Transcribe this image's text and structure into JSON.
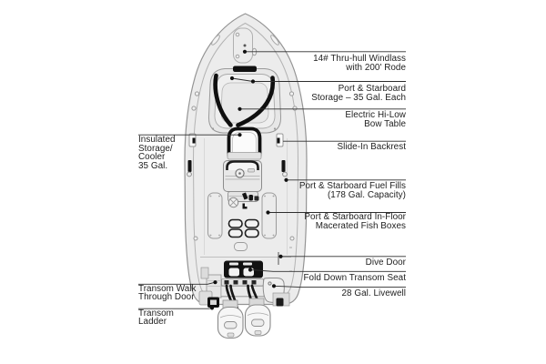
{
  "figure": {
    "kind": "center-console boat deck plan, top view, with feature callouts"
  },
  "colors": {
    "background": "#ffffff",
    "hull_fill": "#ececec",
    "hull_outline": "#949494",
    "accent_black": "#141414",
    "leader_line": "#2e2e2e",
    "label_text": "#1e1e1e"
  },
  "callouts": {
    "right": [
      {
        "id": "windlass",
        "lines": [
          "14# Thru-hull Windlass",
          "with 200' Rode"
        ]
      },
      {
        "id": "storage",
        "lines": [
          "Port & Starboard",
          "Storage – 35 Gal. Each"
        ]
      },
      {
        "id": "bow-table",
        "lines": [
          "Electric Hi-Low",
          "Bow Table"
        ]
      },
      {
        "id": "backrest",
        "lines": [
          "Slide-In Backrest"
        ]
      },
      {
        "id": "fuel-fills",
        "lines": [
          "Port & Starboard Fuel Fills",
          "(178 Gal. Capacity)"
        ]
      },
      {
        "id": "fish-boxes",
        "lines": [
          "Port & Starboard In-Floor",
          "Macerated Fish Boxes"
        ]
      },
      {
        "id": "dive-door",
        "lines": [
          "Dive Door"
        ]
      },
      {
        "id": "transom-seat",
        "lines": [
          "Fold Down Transom Seat"
        ]
      },
      {
        "id": "livewell",
        "lines": [
          "28 Gal. Livewell"
        ]
      }
    ],
    "left": [
      {
        "id": "cooler",
        "lines": [
          "Insulated",
          "Storage/",
          "Cooler",
          "35 Gal."
        ]
      },
      {
        "id": "walk-through",
        "lines": [
          "Transom Walk",
          "Through Door"
        ]
      },
      {
        "id": "ladder",
        "lines": [
          "Transom",
          "Ladder"
        ]
      }
    ]
  }
}
